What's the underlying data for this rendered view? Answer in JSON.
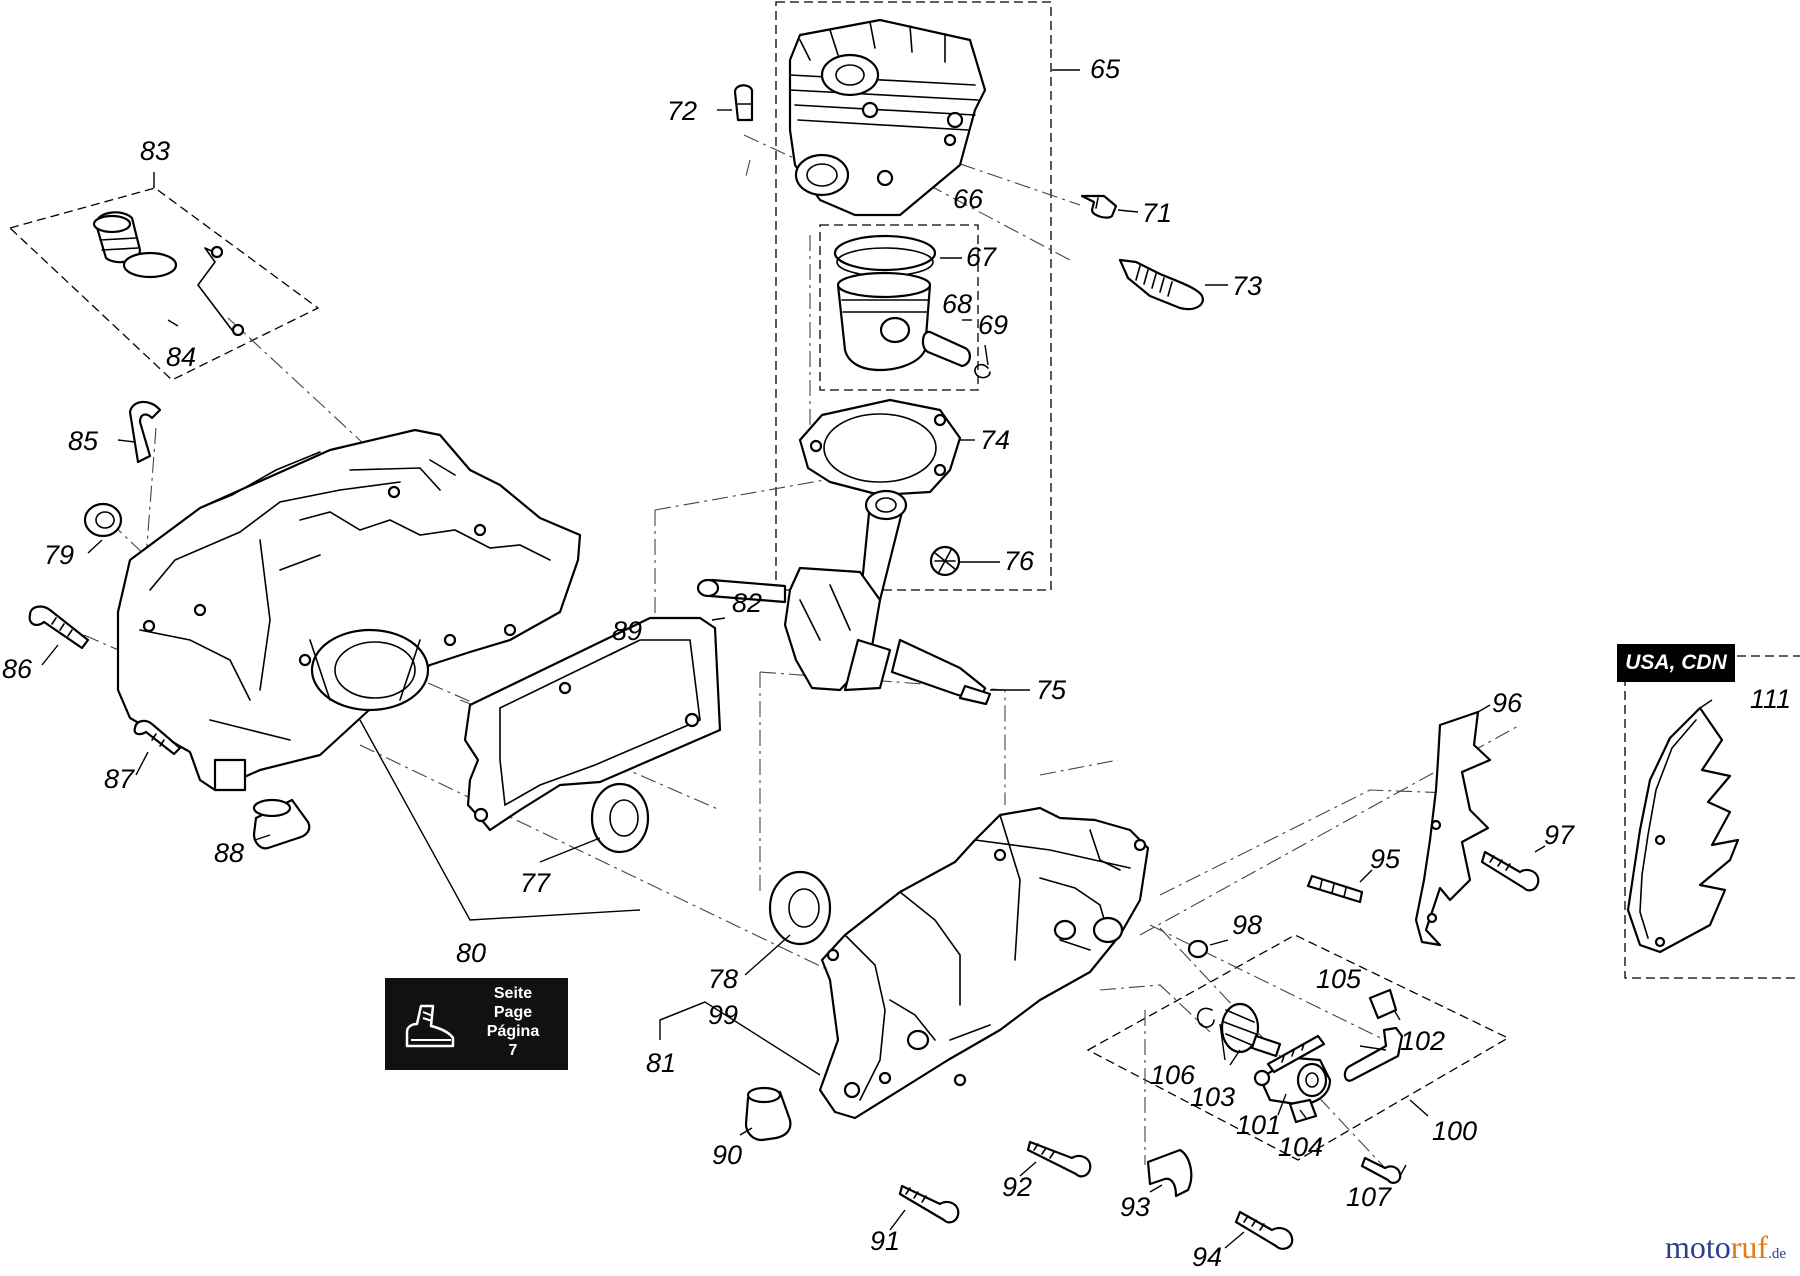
{
  "diagram": {
    "part_numbers": [
      "65",
      "66",
      "67",
      "68",
      "69",
      "71",
      "72",
      "73",
      "74",
      "75",
      "76",
      "77",
      "78",
      "79",
      "80",
      "81",
      "82",
      "83",
      "84",
      "85",
      "86",
      "87",
      "88",
      "89",
      "90",
      "91",
      "92",
      "93",
      "94",
      "95",
      "96",
      "97",
      "98",
      "99",
      "100",
      "101",
      "102",
      "103",
      "104",
      "105",
      "106",
      "107",
      "111"
    ],
    "page_reference": {
      "lines": [
        "Seite",
        "Page",
        "Página",
        "7"
      ],
      "icon": "chainsaw-boot-icon"
    },
    "region_tag": "USA, CDN",
    "watermark": {
      "main": "moto",
      "accent": "ruf",
      "tld": ".de"
    },
    "colors": {
      "line": "#000000",
      "watermark_blue": "#2d3e8c",
      "watermark_orange": "#e37a12"
    }
  }
}
